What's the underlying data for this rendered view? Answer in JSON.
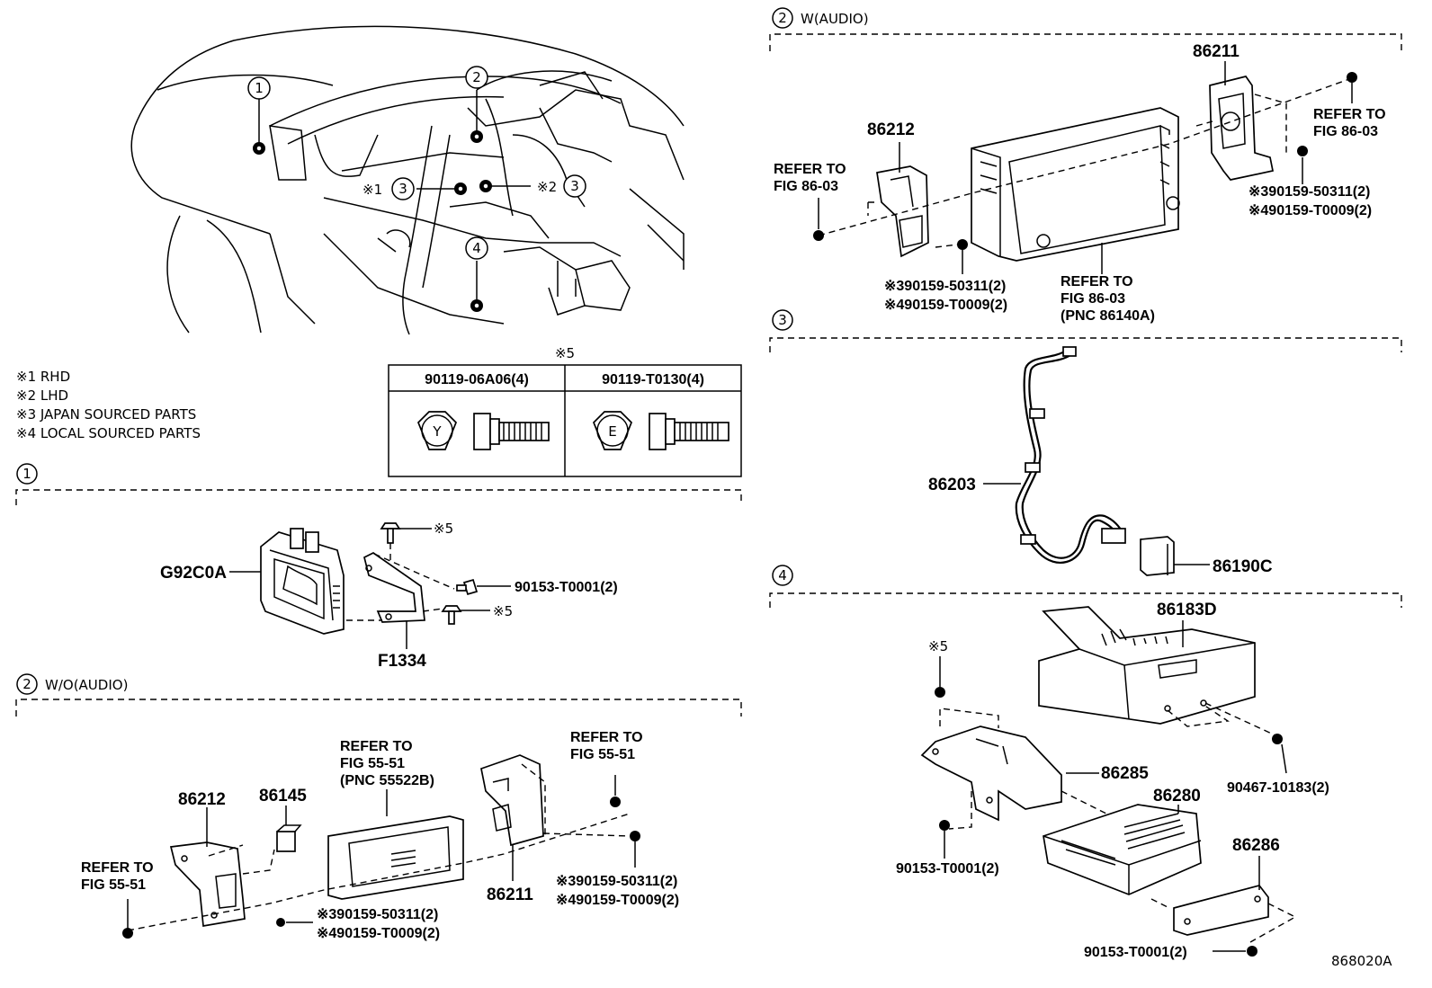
{
  "diagram_code": "868020A",
  "overview": {
    "callouts": [
      "1",
      "2",
      "3",
      "3",
      "4"
    ],
    "rhd_mark": "※1",
    "lhd_mark": "※2"
  },
  "notes": [
    "※1 RHD",
    "※2 LHD",
    "※3 JAPAN SOURCED PARTS",
    "※4 LOCAL SOURCED PARTS"
  ],
  "fastener_table": {
    "title": "※5",
    "columns": [
      {
        "part": "90119-06A06(4)",
        "head_letter": "Y"
      },
      {
        "part": "90119-T0130(4)",
        "head_letter": "E"
      }
    ]
  },
  "sections": {
    "s1": {
      "num": "1",
      "title": "",
      "labels": {
        "g92c0a": "G92C0A",
        "f1334": "F1334",
        "bolt_a": "※5",
        "bolt_b": "※5",
        "bolt_c": "90153-T0001(2)"
      }
    },
    "s2_wo": {
      "num": "2",
      "title": "W/O(AUDIO)",
      "labels": {
        "p86212": "86212",
        "p86145": "86145",
        "p86211": "86211",
        "refer_left": [
          "REFER TO",
          "FIG 55-51"
        ],
        "refer_display": [
          "REFER TO",
          "FIG 55-51",
          "(PNC 55522B)"
        ],
        "refer_right": [
          "REFER TO",
          "FIG 55-51"
        ],
        "bolts_left": [
          "※390159-50311(2)",
          "※490159-T0009(2)"
        ],
        "bolts_right": [
          "※390159-50311(2)",
          "※490159-T0009(2)"
        ]
      }
    },
    "s2_w": {
      "num": "2",
      "title": "W(AUDIO)",
      "labels": {
        "p86211": "86211",
        "p86212": "86212",
        "refer_left": [
          "REFER TO",
          "FIG 86-03"
        ],
        "refer_right": [
          "REFER TO",
          "FIG 86-03"
        ],
        "refer_display": [
          "REFER TO",
          "FIG 86-03",
          "(PNC 86140A)"
        ],
        "bolts_left": [
          "※390159-50311(2)",
          "※490159-T0009(2)"
        ],
        "bolts_right": [
          "※390159-50311(2)",
          "※490159-T0009(2)"
        ]
      }
    },
    "s3": {
      "num": "3",
      "title": "",
      "labels": {
        "p86203": "86203",
        "p86190c": "86190C"
      }
    },
    "s4": {
      "num": "4",
      "title": "",
      "labels": {
        "p86183d": "86183D",
        "p86285": "86285",
        "p86280": "86280",
        "p86286": "86286",
        "bolt_top": "※5",
        "bolt_right": "90467-10183(2)",
        "bolt_left": "90153-T0001(2)",
        "bolt_bottom": "90153-T0001(2)"
      }
    }
  }
}
